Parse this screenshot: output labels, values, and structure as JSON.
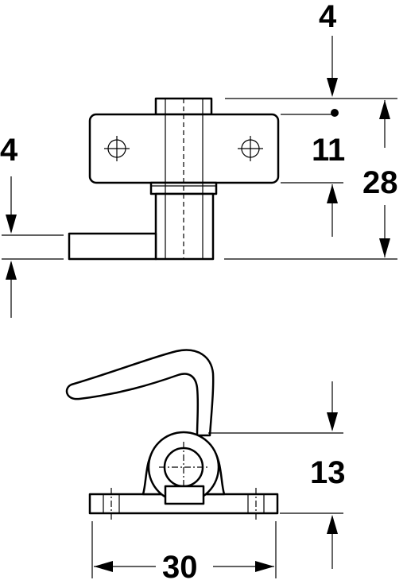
{
  "drawing": {
    "dimensions": {
      "top_gap": "4",
      "bolt_offset": "11",
      "overall_height": "28",
      "left_gap": "4",
      "hook_height": "13",
      "base_width": "30"
    },
    "colors": {
      "line": "#000000",
      "background": "#ffffff"
    }
  }
}
